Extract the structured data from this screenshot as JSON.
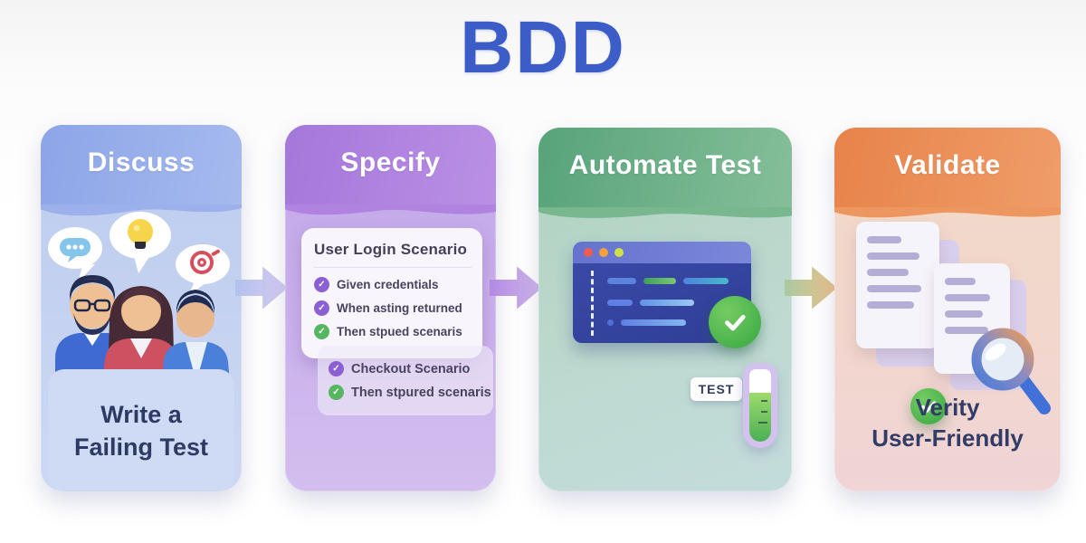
{
  "title": "BDD",
  "panels": [
    {
      "id": "discuss",
      "title": "Discuss",
      "icons": [
        "speech-dots-icon",
        "lightbulb-icon",
        "target-icon",
        "three-people-illustration"
      ],
      "caption": {
        "line1": "Write a",
        "line2": "Failing Test"
      }
    },
    {
      "id": "specify",
      "title": "Specify",
      "card": {
        "title": "User Login Scenario",
        "items": [
          {
            "label": "Given credentials",
            "check": "purple"
          },
          {
            "label": "When asting returned",
            "check": "purple"
          },
          {
            "label": "Then stpued scenaris",
            "check": "green"
          }
        ]
      },
      "card2": {
        "items": [
          {
            "label": "Checkout Scenario",
            "check": "purple"
          },
          {
            "label": "Then stpured scenaris",
            "check": "green"
          }
        ]
      }
    },
    {
      "id": "automate",
      "title": "Automate Test",
      "icons": [
        "code-editor-window",
        "green-check-icon",
        "test-tube-icon"
      ],
      "tube_label": "TEST"
    },
    {
      "id": "validate",
      "title": "Validate",
      "icons": [
        "document-icon",
        "document-icon",
        "green-check-icon",
        "magnifier-icon"
      ],
      "caption": {
        "line1": "Verity",
        "line2": "User-Friendly"
      }
    }
  ],
  "colors": {
    "title_blue": "#3c5cc8",
    "discuss_header": "#8da5e8",
    "specify_header": "#a577da",
    "automate_header": "#58a37a",
    "validate_header": "#e7834a",
    "check_purple": "#8a60d4",
    "check_green": "#57b761",
    "window_dots": [
      "#ee5d50",
      "#f2a13c",
      "#cfe04a"
    ],
    "code_window_body": "#32419b",
    "big_check_green": "#46b04a"
  }
}
